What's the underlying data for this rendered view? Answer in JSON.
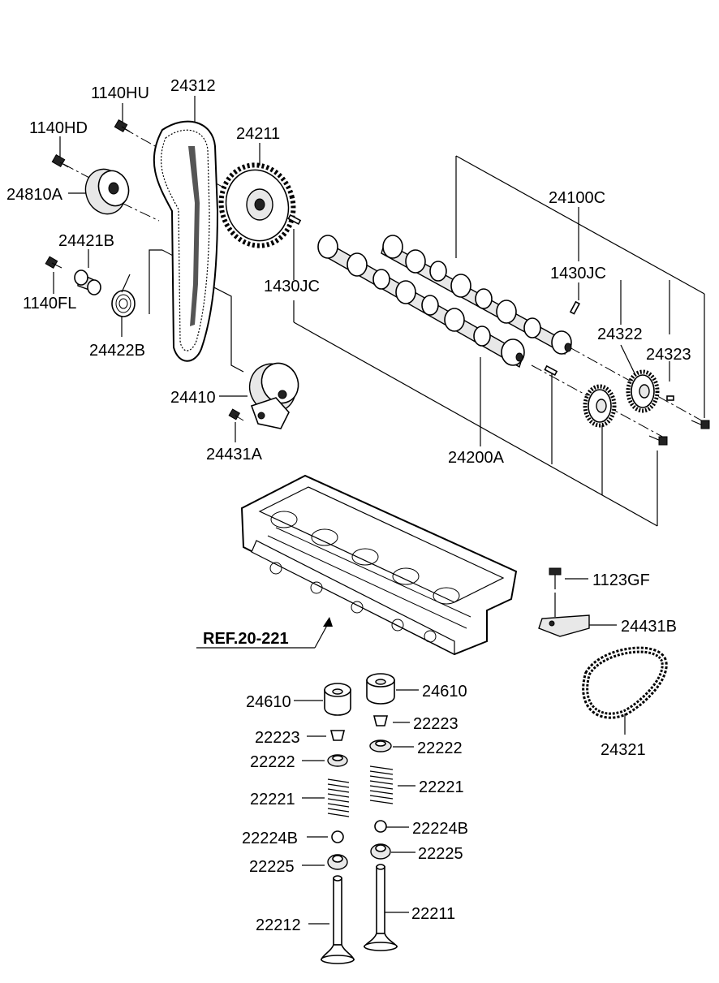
{
  "diagram": {
    "part_labels": {
      "p1140HU": "1140HU",
      "p24312": "24312",
      "p1140HD": "1140HD",
      "p24211": "24211",
      "p24810A": "24810A",
      "p24100C": "24100C",
      "p24421B": "24421B",
      "p1430JC_right": "1430JC",
      "p1430JC_left": "1430JC",
      "p1140FL": "1140FL",
      "p24322": "24322",
      "p24323": "24323",
      "p24422B": "24422B",
      "p24410": "24410",
      "p24431A": "24431A",
      "p24200A": "24200A",
      "p1123GF": "1123GF",
      "p24431B": "24431B",
      "p24321": "24321",
      "p24610_left": "24610",
      "p24610_right": "24610",
      "p22223_left": "22223",
      "p22223_right": "22223",
      "p22222_left": "22222",
      "p22222_right": "22222",
      "p22221_left": "22221",
      "p22221_right": "22221",
      "p22224B_left": "22224B",
      "p22224B_right": "22224B",
      "p22225_left": "22225",
      "p22225_right": "22225",
      "p22212": "22212",
      "p22211": "22211"
    },
    "reference": "REF.20-221"
  }
}
